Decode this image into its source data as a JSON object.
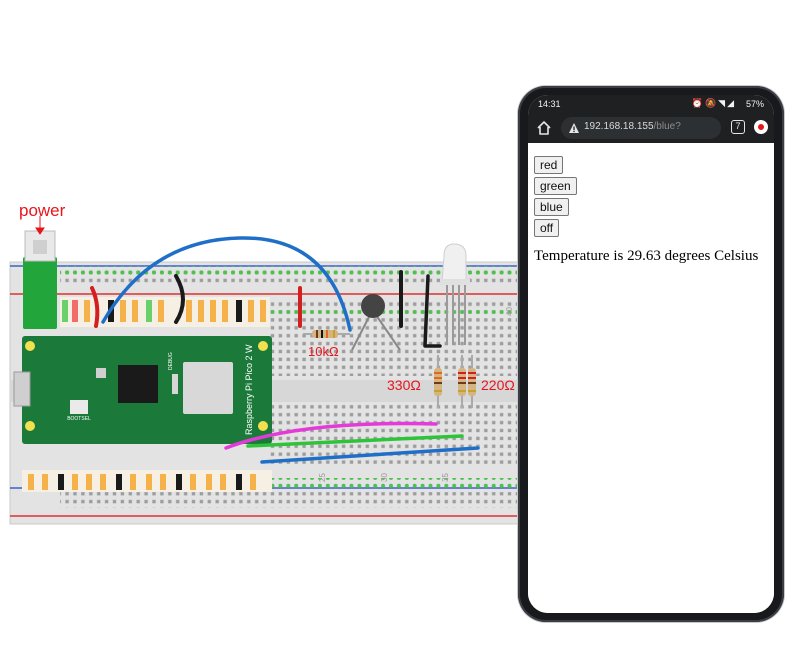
{
  "labels": {
    "power": "power",
    "resistor_10k": "10kΩ",
    "resistor_330": "330Ω",
    "resistor_220": "220Ω",
    "pico": "Raspberry Pi Pico 2 W",
    "bootsel": "BOOTSEL",
    "debug": "DEBUG",
    "column_25": "25",
    "column_30": "30",
    "column_35": "35",
    "column_40": "40"
  },
  "colors": {
    "wire_blue": "#1f6fc8",
    "wire_red": "#d31f1f",
    "wire_black": "#1a1a1a",
    "wire_magenta": "#e33ad8",
    "wire_green": "#2ec43a",
    "pico_green": "#1b7a3a",
    "pin_header": "#f5b24a",
    "label_red": "#e8141c"
  },
  "phone": {
    "status": {
      "time": "14:31",
      "battery": "57%"
    },
    "browser": {
      "url_host": "192.168.18.155",
      "url_path": "/blue?",
      "tab_count": "7"
    },
    "buttons": {
      "red": "red",
      "green": "green",
      "blue": "blue",
      "off": "off"
    },
    "temperature_text": "Temperature is 29.63 degrees Celsius"
  }
}
